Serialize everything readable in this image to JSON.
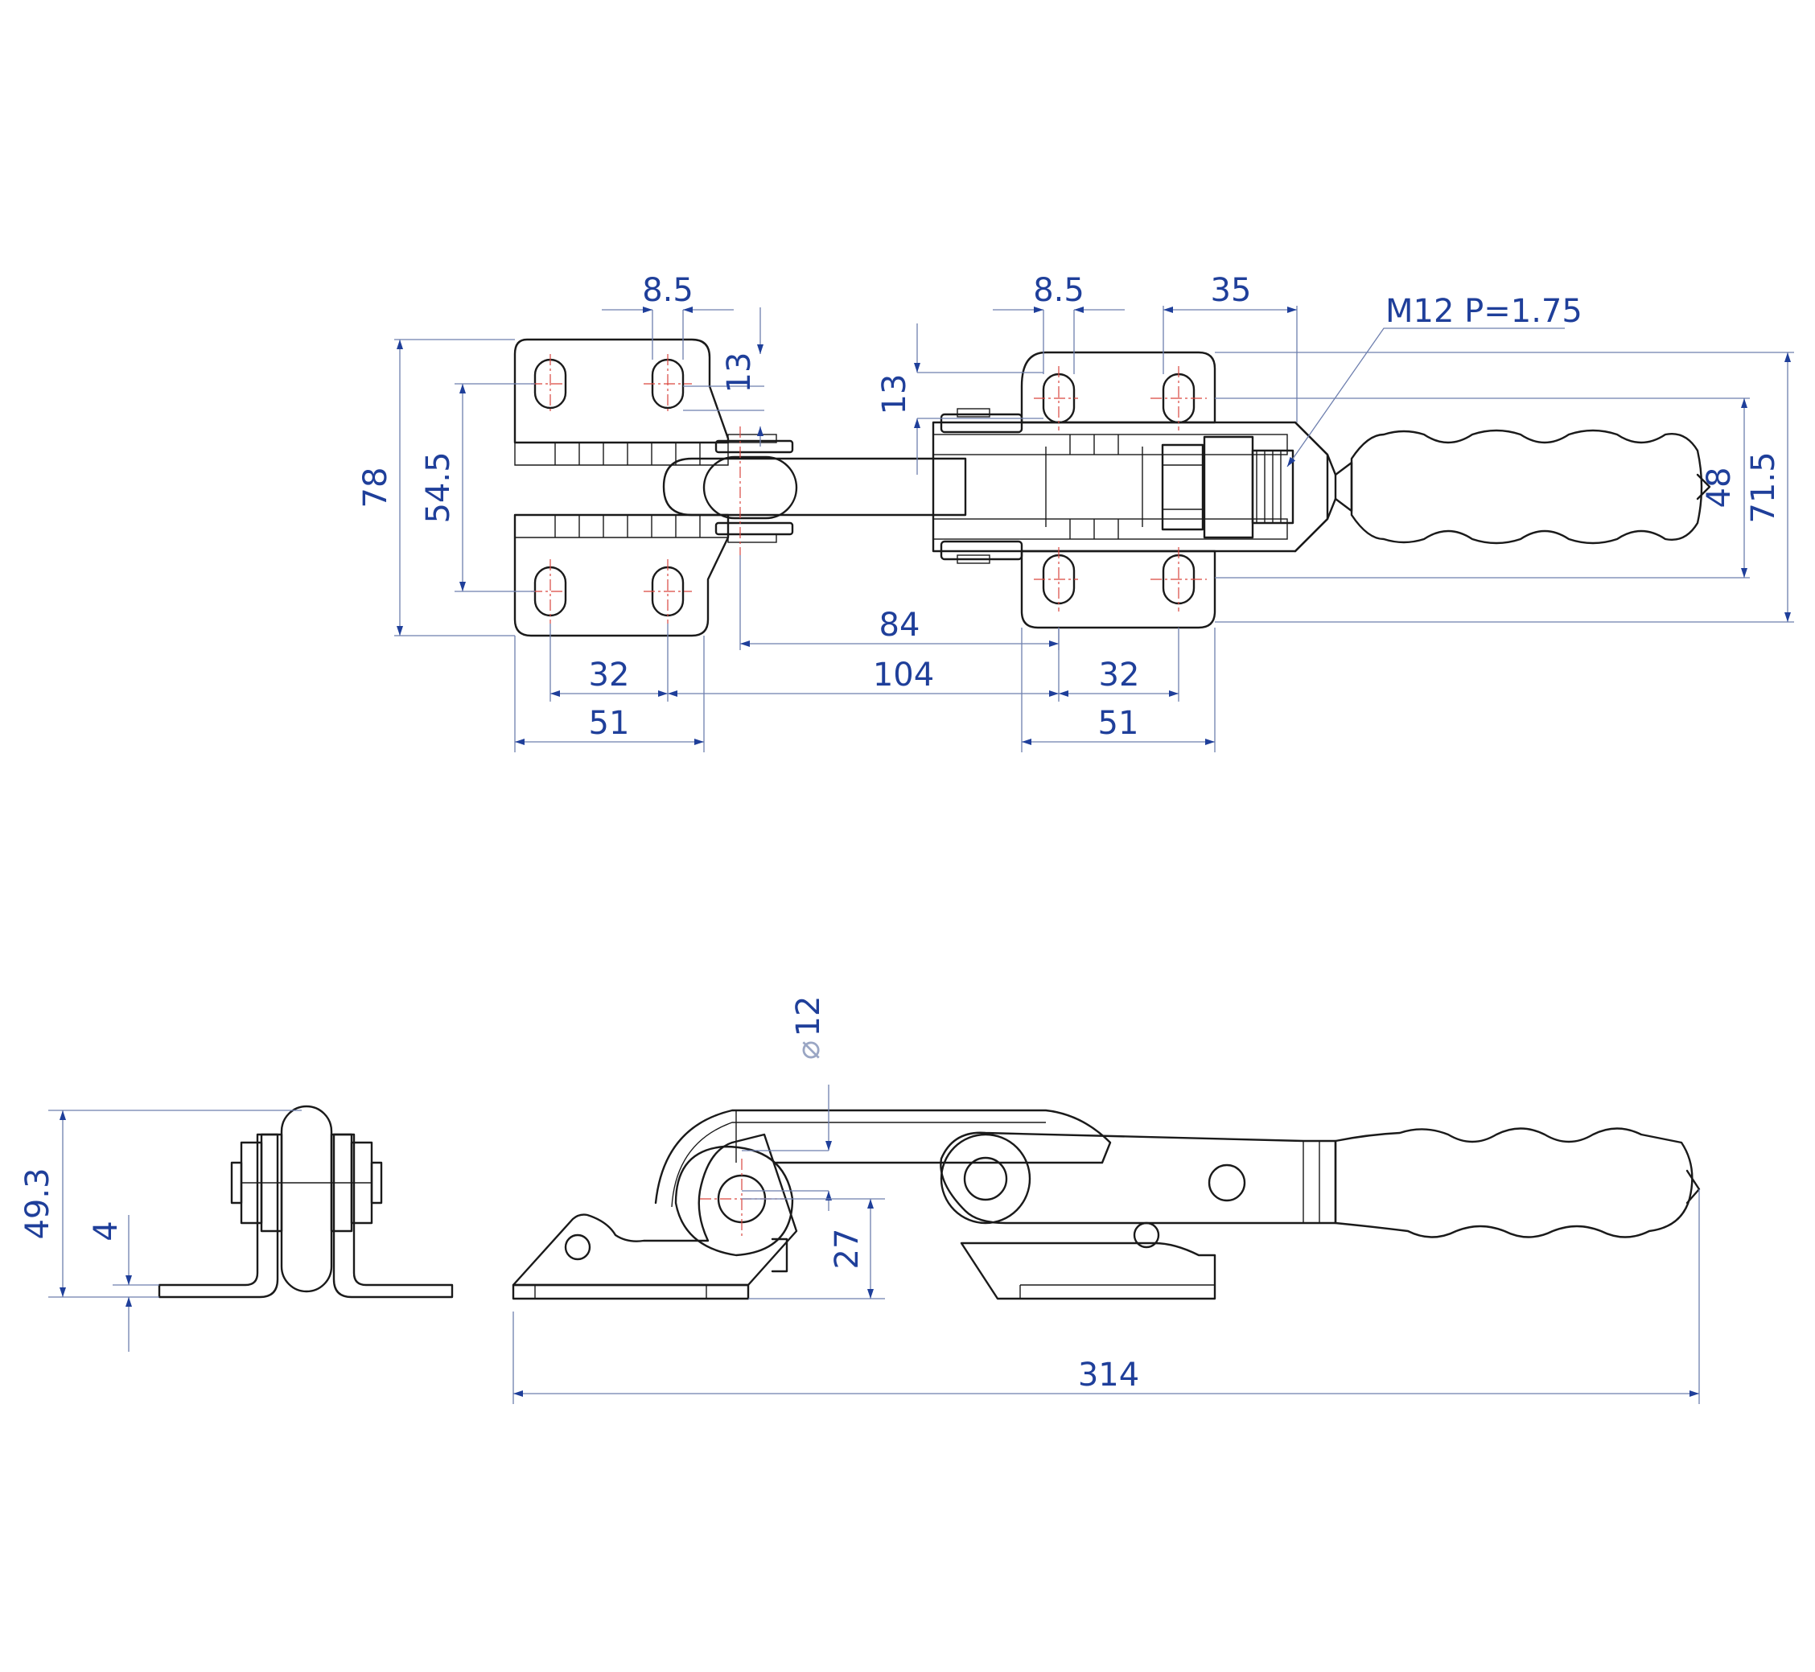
{
  "dimensions": {
    "top_left_hole_width": "8.5",
    "top_right_hole_width": "8.5",
    "offset_35": "35",
    "thread_callout": "M12 P=1.75",
    "left_hole_pitch_13": "13",
    "right_hole_pitch_13": "13",
    "overall_height_78": "78",
    "hole_span_54_5": "54.5",
    "hole_span_48": "48",
    "height_71_5": "71.5",
    "pivot_distance_84": "84",
    "left_hole_spacing_32": "32",
    "center_distance_104": "104",
    "right_hole_spacing_32": "32",
    "left_base_width_51": "51",
    "right_base_width_51": "51",
    "side_height_49_3": "49.3",
    "plate_thickness_4": "4",
    "pin_diameter_12": "12",
    "pivot_height_27": "27",
    "overall_length_314": "314"
  },
  "colors": {
    "dimension_text": "#1f3f9a",
    "extension_line": "#6e7fae",
    "center_line": "#d9463f",
    "part_outline": "#1a1a1a"
  }
}
